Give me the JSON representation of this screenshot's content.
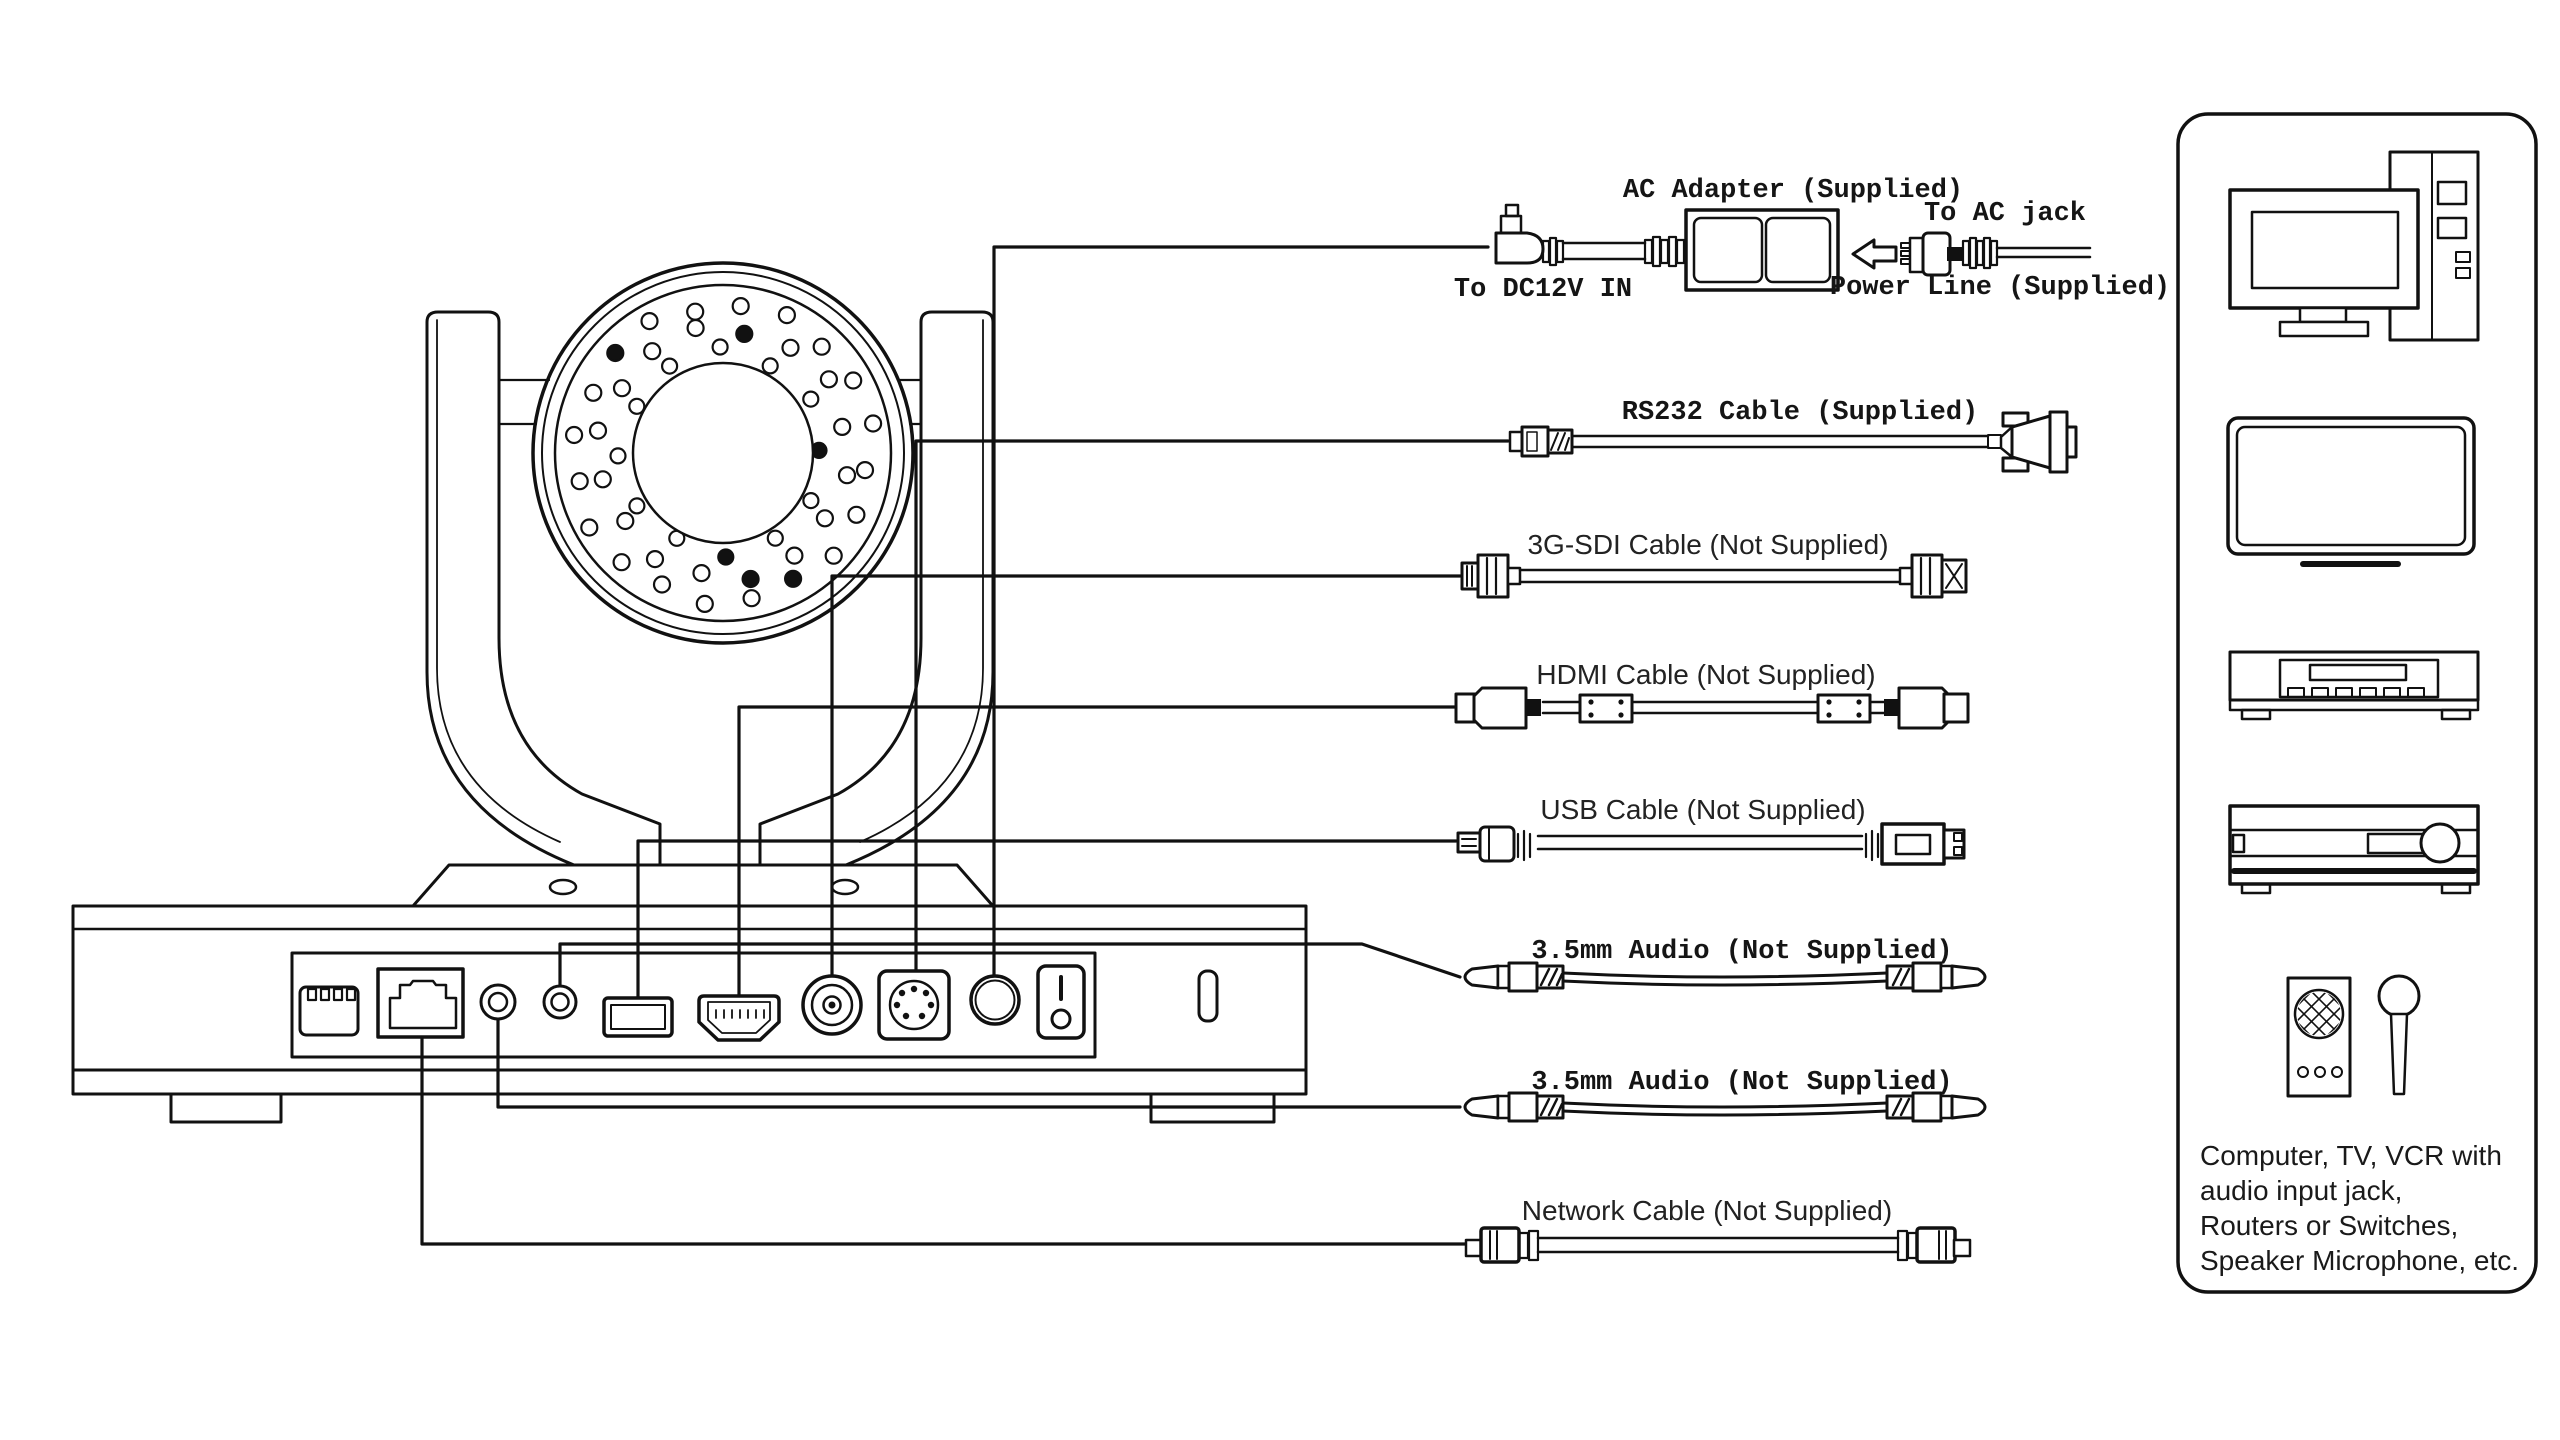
{
  "colors": {
    "ink": "#111111",
    "background": "#ffffff"
  },
  "power_assembly": {
    "ac_adapter_label": "AC Adapter (Supplied)",
    "to_ac_jack_label": "To AC jack",
    "to_dc12v_label": "To DC12V IN",
    "power_line_label": "Power Line (Supplied)"
  },
  "cables": [
    {
      "name": "rs232",
      "label": "RS232 Cable (Supplied)"
    },
    {
      "name": "3g-sdi",
      "label": "3G-SDI Cable (Not Supplied)"
    },
    {
      "name": "hdmi",
      "label": "HDMI Cable (Not Supplied)"
    },
    {
      "name": "usb",
      "label": "USB Cable (Not Supplied)"
    },
    {
      "name": "audio-1",
      "label": "3.5mm Audio (Not Supplied)"
    },
    {
      "name": "audio-2",
      "label": "3.5mm Audio (Not Supplied)"
    },
    {
      "name": "network",
      "label": "Network Cable (Not Supplied)"
    }
  ],
  "devices_box": {
    "note_lines": [
      "Computer, TV, VCR with",
      "audio input jack,",
      "Routers or Switches,",
      "Speaker Microphone, etc."
    ]
  }
}
